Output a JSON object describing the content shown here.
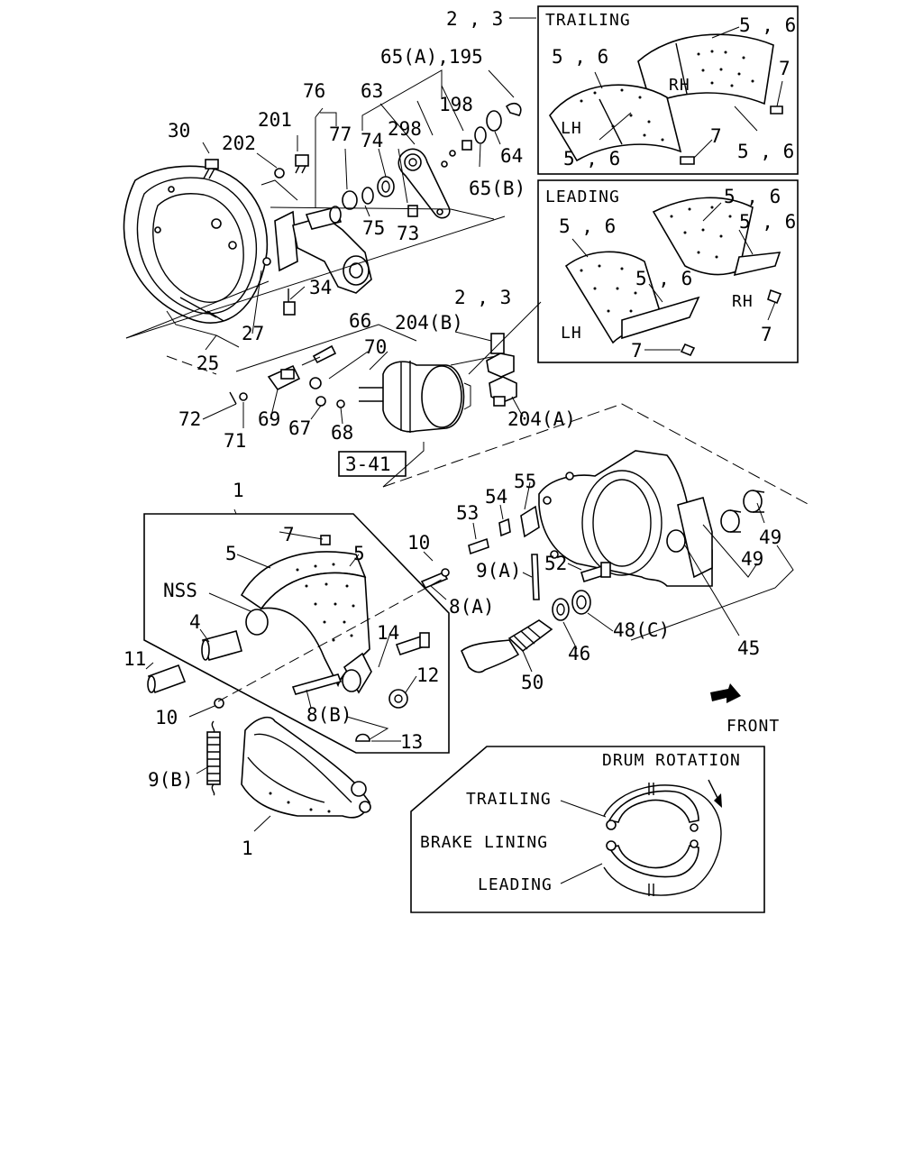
{
  "top_labels": {
    "l2_3_top": "2 , 3",
    "l65a_195": "65(A),195",
    "l76": "76",
    "l63": "63",
    "l198": "198",
    "l30": "30",
    "l201": "201",
    "l202": "202",
    "l77": "77",
    "l298": "298",
    "l74": "74",
    "l64": "64",
    "l65b": "65(B)",
    "l75": "75",
    "l73": "73",
    "l34": "34",
    "l27": "27",
    "l25": "25",
    "l66": "66",
    "l70": "70",
    "l204b": "204(B)",
    "l2_3_mid": "2 , 3",
    "l72": "72",
    "l69": "69",
    "l71": "71",
    "l67": "67",
    "l68": "68",
    "l204a": "204(A)",
    "ref_3_41": "3-41"
  },
  "trailing_box": {
    "title": "TRAILING",
    "l56_a": "5 , 6",
    "l56_b": "5 , 6",
    "l56_c": "5 , 6",
    "l56_d": "5 , 6",
    "l7_a": "7",
    "l7_b": "7",
    "rh": "RH",
    "lh": "LH"
  },
  "leading_box": {
    "title": "LEADING",
    "l56_a": "5 , 6",
    "l56_b": "5 , 6",
    "l56_c": "5 , 6",
    "l56_d": "5 , 6",
    "l7_a": "7",
    "l7_b": "7",
    "rh": "RH",
    "lh": "LH"
  },
  "shoe_labels": {
    "l1_top": "1",
    "l7": "7",
    "l5_a": "5",
    "l5_b": "5",
    "nss": "NSS",
    "l10_a": "10",
    "l8a": "8(A)",
    "l4": "4",
    "l14": "14",
    "l11": "11",
    "l12": "12",
    "l10_b": "10",
    "l8b": "8(B)",
    "l13": "13",
    "l9b": "9(B)",
    "l1_bottom": "1"
  },
  "carrier_labels": {
    "l55": "55",
    "l54": "54",
    "l53": "53",
    "l49_a": "49",
    "l49_b": "49",
    "l52": "52",
    "l9a": "9(A)",
    "l48c": "48(C)",
    "l46": "46",
    "l45": "45",
    "l50": "50",
    "front": "FRONT"
  },
  "rotation_box": {
    "drum_rotation": "DRUM ROTATION",
    "trailing": "TRAILING",
    "brake_lining": "BRAKE LINING",
    "leading": "LEADING"
  }
}
